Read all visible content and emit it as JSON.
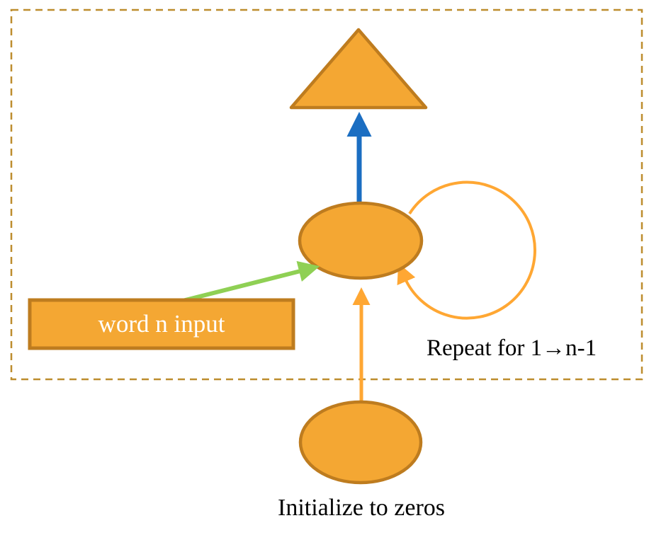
{
  "diagram": {
    "labels": {
      "word_input": "word n input",
      "repeat": "Repeat for 1→n-1",
      "initialize": "Initialize to zeros"
    },
    "colors": {
      "shape_fill": "#F4A733",
      "shape_stroke": "#BE7C1F",
      "dashed_border": "#BD8D2E",
      "blue_arrow": "#1B6EC2",
      "green_arrow": "#8FD054",
      "orange_arrow": "#FFA733",
      "input_label_text": "#FFFFFF",
      "annotation_text": "#000000"
    }
  }
}
